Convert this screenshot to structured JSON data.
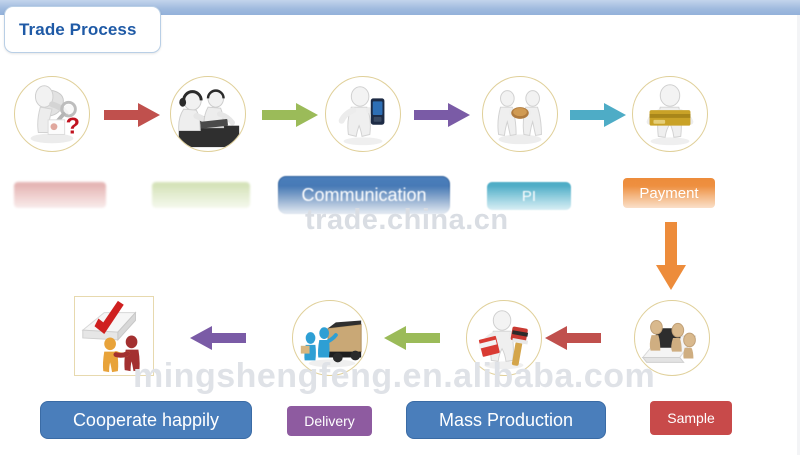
{
  "header": {
    "title": "Trade Process",
    "band_color": "#9fbade",
    "title_color": "#1f5aa6"
  },
  "watermarks": [
    {
      "text": "trade.china.cn",
      "name": "watermark-trade-china"
    },
    {
      "text": "mingshengfeng.en.alibaba.com",
      "name": "watermark-alibaba"
    }
  ],
  "flow": {
    "row1": [
      {
        "id": "inquiry",
        "icon": "magnifier-question-icon",
        "label": "",
        "label_color": "#c0504d",
        "arrow_color": "#c0504d",
        "arrow_dir": "right"
      },
      {
        "id": "customer-service",
        "icon": "call-center-headset-icon",
        "label": "",
        "label_color": "#9bbb59",
        "arrow_color": "#9bbb59",
        "arrow_dir": "right"
      },
      {
        "id": "communication",
        "icon": "person-mobile-phone-icon",
        "label": "Communication",
        "label_color": "#4a7ebb",
        "arrow_color": "#7a5ba6",
        "arrow_dir": "right"
      },
      {
        "id": "pi",
        "icon": "handshake-contract-icon",
        "label": "PI",
        "label_color": "#4eacc6",
        "arrow_color": "#4eacc6",
        "arrow_dir": "right"
      },
      {
        "id": "payment",
        "icon": "person-credit-card-icon",
        "label": "Payment",
        "label_color": "#ed8c3b",
        "arrow_color": "#ed8c3b",
        "arrow_dir": "down"
      }
    ],
    "row2": [
      {
        "id": "cooperate",
        "icon": "handshake-checkmark-icon",
        "label": "Cooperate happily",
        "label_color": "#4a7ebb",
        "arrow_color": "#7a5ba6",
        "arrow_dir": "left"
      },
      {
        "id": "delivery",
        "icon": "truck-loading-icon",
        "label": "Delivery",
        "label_color": "#8e5ba0",
        "arrow_color": "#9bbb59",
        "arrow_dir": "left"
      },
      {
        "id": "mass-production",
        "icon": "production-painting-icon",
        "label": "Mass Production",
        "label_color": "#4a7ebb",
        "arrow_color": "#c0504d",
        "arrow_dir": "left"
      },
      {
        "id": "sample",
        "icon": "laptop-sample-icon",
        "label": "Sample",
        "label_color": "#c0504d",
        "arrow_color": "",
        "arrow_dir": ""
      }
    ]
  }
}
